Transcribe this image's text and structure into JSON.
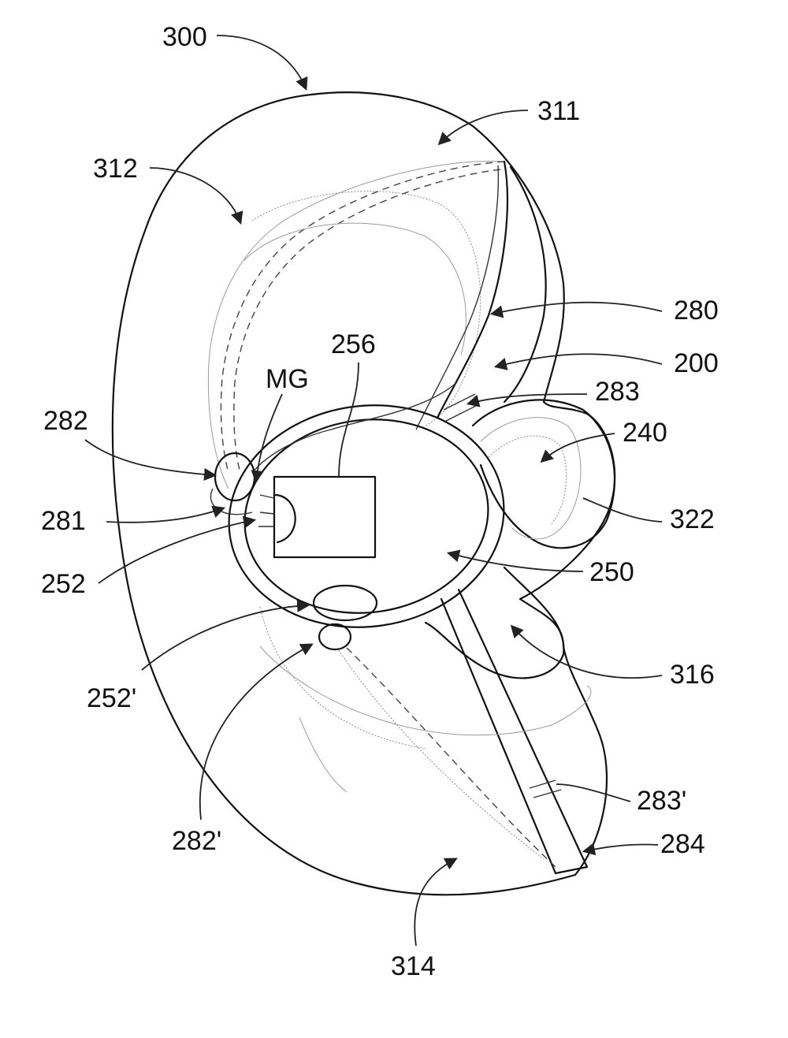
{
  "labels": {
    "l300": "300",
    "l311": "311",
    "l312": "312",
    "l280": "280",
    "l200": "200",
    "l256": "256",
    "lMG": "MG",
    "l283": "283",
    "l282": "282",
    "l240": "240",
    "l281": "281",
    "l322": "322",
    "l252": "252",
    "l250": "250",
    "l316": "316",
    "l252p": "252'",
    "l282p": "282'",
    "l283p": "283'",
    "l284": "284",
    "l314": "314"
  }
}
